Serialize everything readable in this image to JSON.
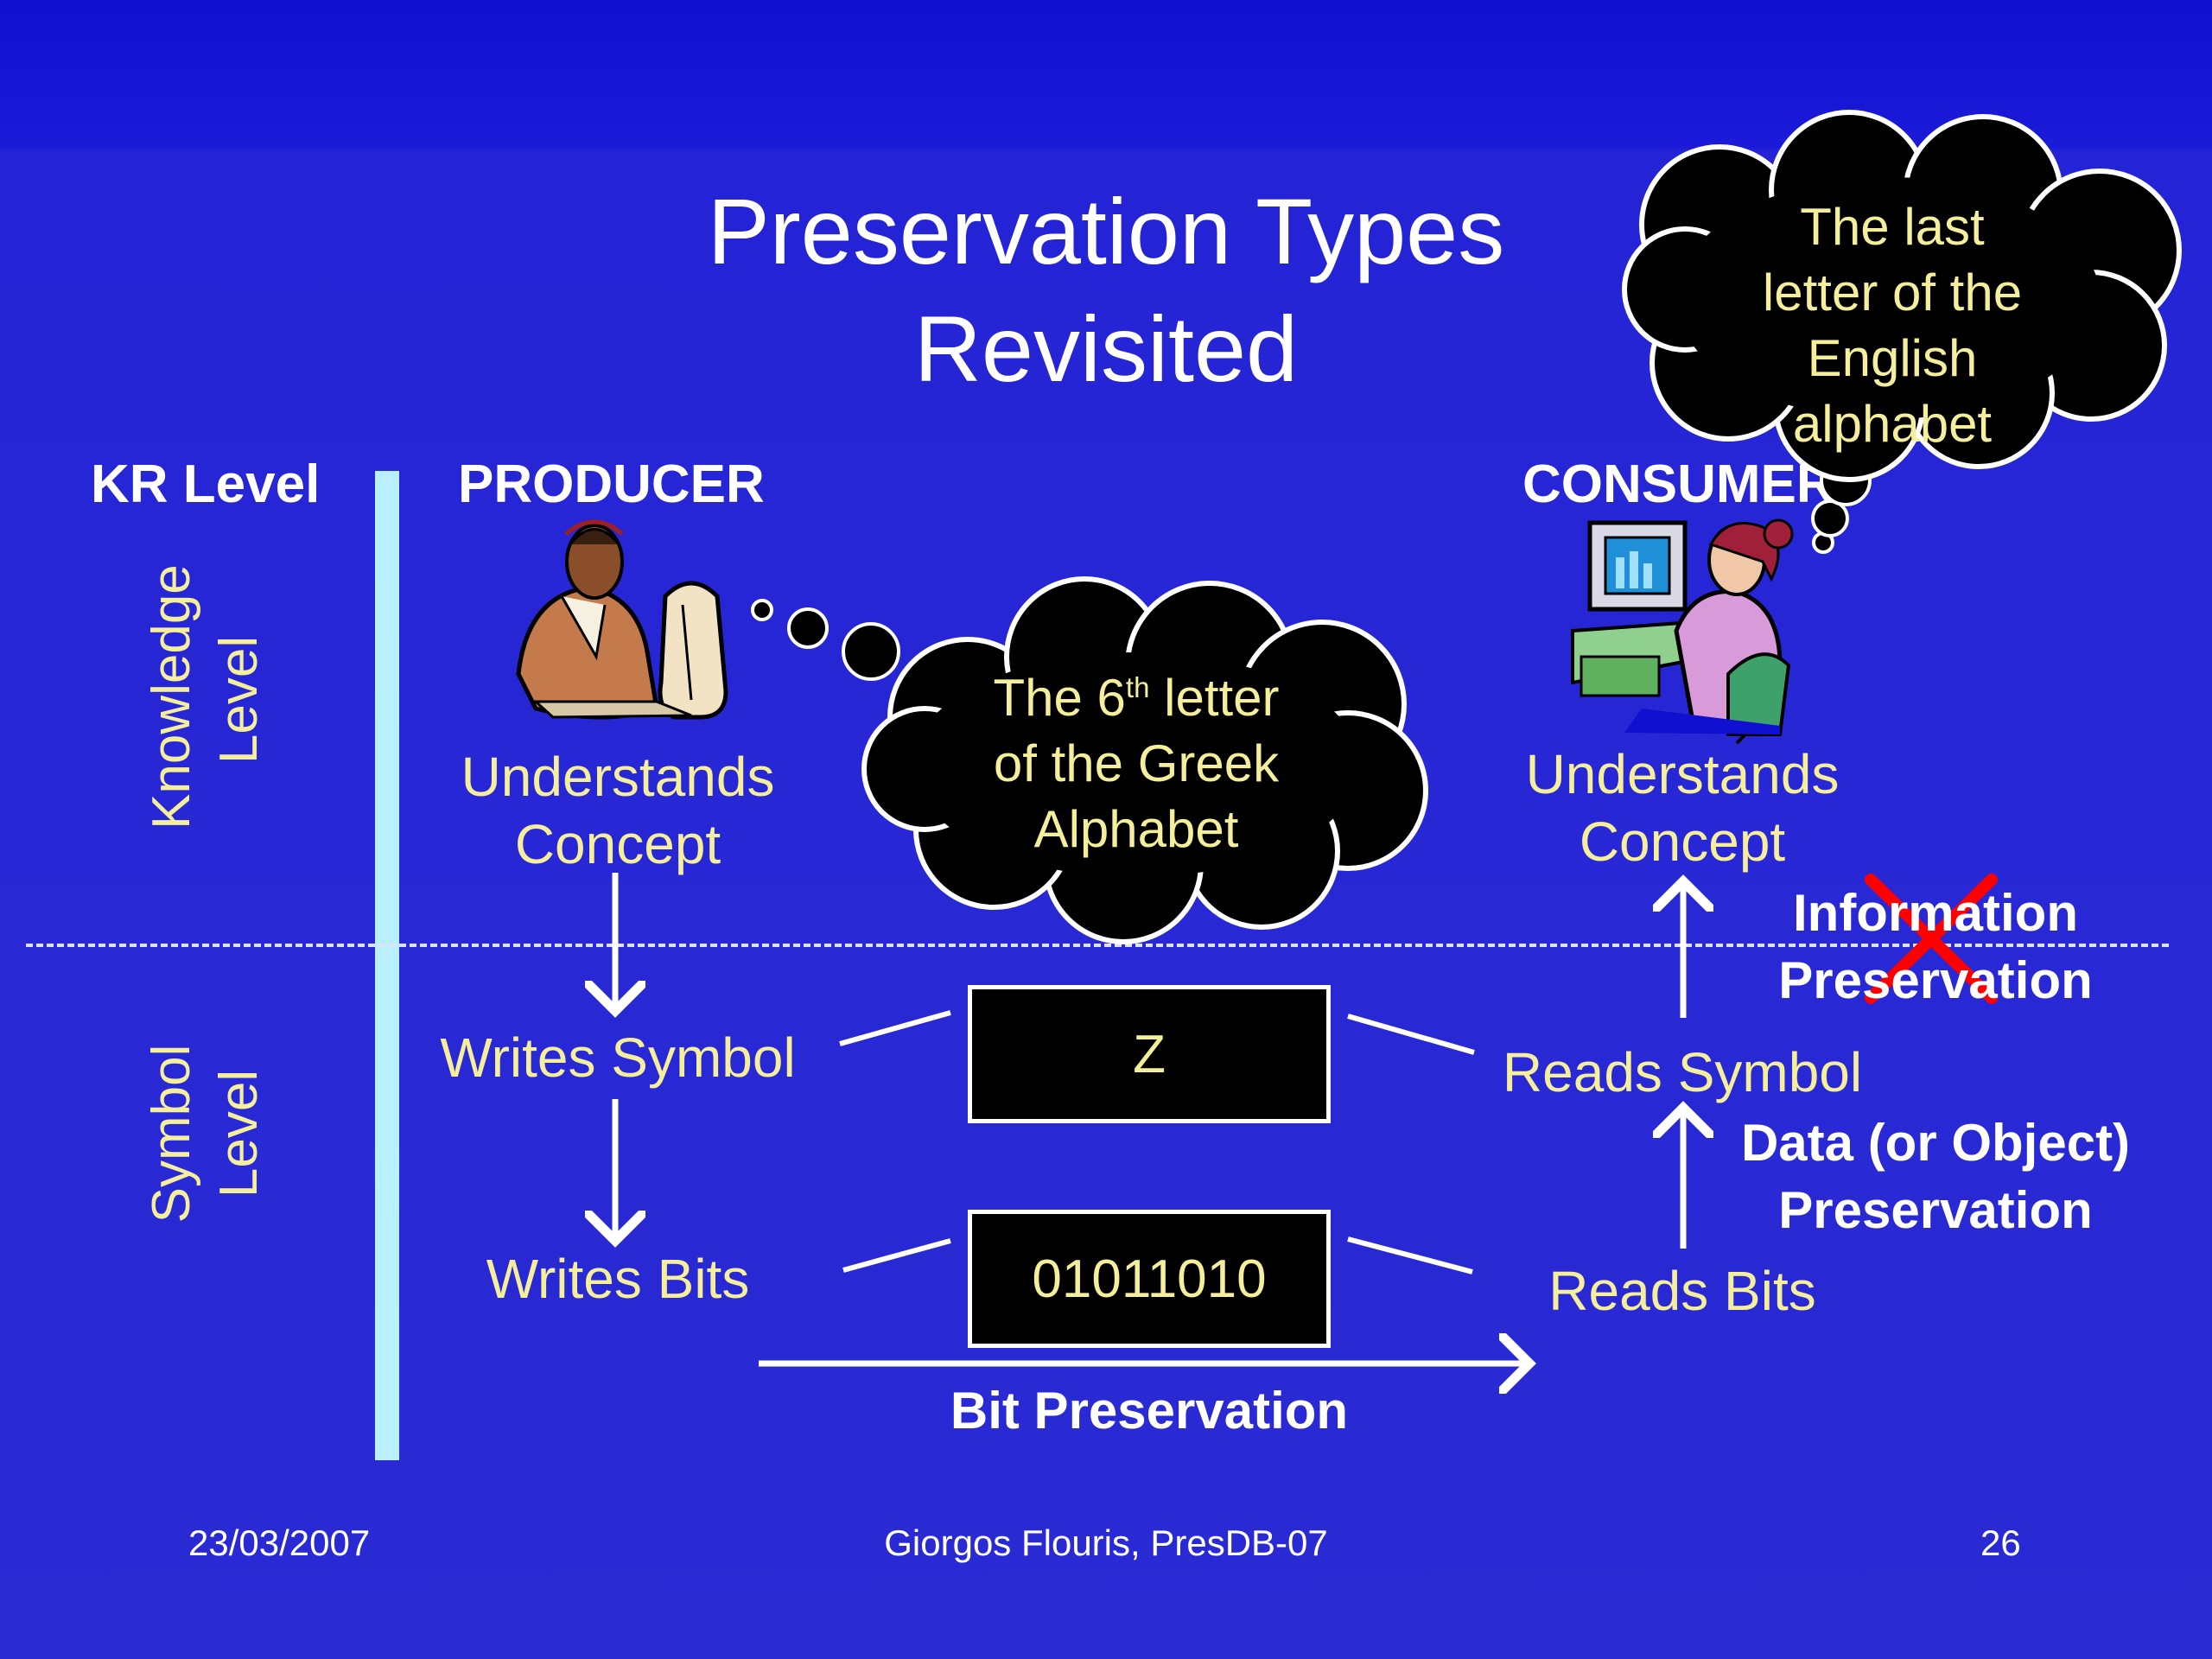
{
  "slide": {
    "title_line1": "Preservation Types",
    "title_line2": "Revisited"
  },
  "headers": {
    "kr_level": "KR Level",
    "producer": "PRODUCER",
    "consumer": "CONSUMER"
  },
  "levels": {
    "knowledge_line1": "Knowledge",
    "knowledge_line2": "Level",
    "symbol_line1": "Symbol",
    "symbol_line2": "Level"
  },
  "producer": {
    "understands_line1": "Understands",
    "understands_line2": "Concept",
    "writes_symbol": "Writes Symbol",
    "writes_bits": "Writes Bits"
  },
  "consumer": {
    "understands_line1": "Understands",
    "understands_line2": "Concept",
    "reads_symbol": "Reads Symbol",
    "reads_bits": "Reads Bits"
  },
  "clouds": {
    "producer_line1_pre": "The 6",
    "producer_line1_sup": "th",
    "producer_line1_post": " letter",
    "producer_line2": "of the Greek",
    "producer_line3": "Alphabet",
    "consumer_line1": "The last",
    "consumer_line2": "letter of the",
    "consumer_line3": "English",
    "consumer_line4": "alphabet"
  },
  "boxes": {
    "symbol": "Z",
    "bits": "01011010"
  },
  "preservation": {
    "information_line1": "Information",
    "information_line2": "Preservation",
    "data_line1": "Data (or Object)",
    "data_line2": "Preservation",
    "bit": "Bit Preservation"
  },
  "footer": {
    "date": "23/03/2007",
    "author": "Giorgos Flouris, PresDB-07",
    "page": "26"
  },
  "colors": {
    "background": "#2b2bd4",
    "header_band": "#1010d0",
    "text_yellow": "#f5ee9a",
    "vertical_bar": "#b8f0ff",
    "cross": "#ff0000"
  }
}
